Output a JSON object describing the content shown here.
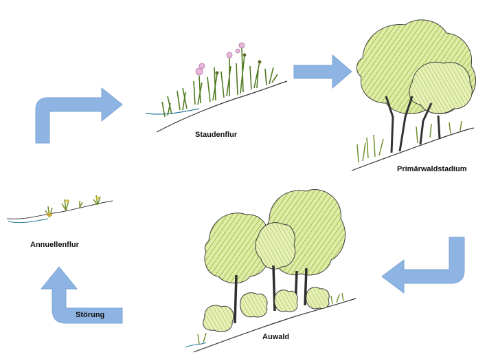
{
  "diagram": {
    "stages": [
      {
        "id": "annuellenflur",
        "label": "Annuellenflur"
      },
      {
        "id": "staudenflur",
        "label": "Staudenflur"
      },
      {
        "id": "primaerwaldstadium",
        "label": "Primärwaldstadium"
      },
      {
        "id": "auwald",
        "label": "Auwald"
      }
    ],
    "disturbance_label": "Störung",
    "colors": {
      "arrow_fill": "#8db4e2",
      "arrow_stroke": "#7aa3d4",
      "foliage": "#d4e6a0",
      "foliage_dark": "#a6c45a",
      "trunk": "#3a3a3a",
      "flower": "#e8b4d8"
    }
  }
}
